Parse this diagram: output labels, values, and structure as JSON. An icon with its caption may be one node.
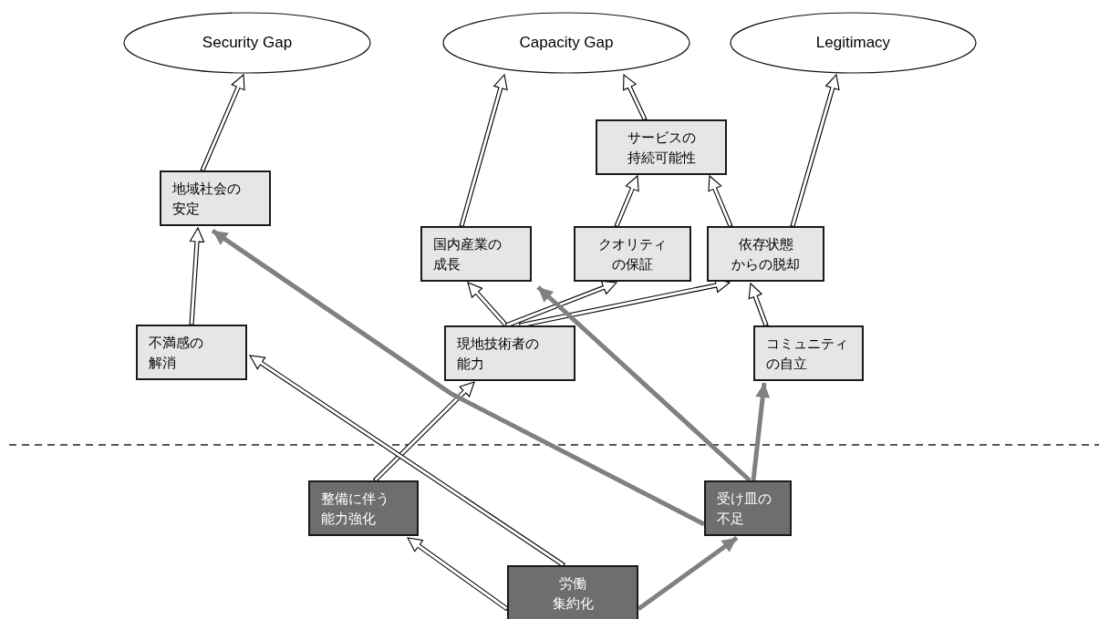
{
  "diagram": {
    "nodes": [
      {
        "text": [
          "Security Gap"
        ]
      },
      {
        "text": [
          "Capacity Gap"
        ]
      },
      {
        "text": [
          "Legitimacy"
        ]
      },
      {
        "text": [
          "サービスの持続可能性"
        ]
      },
      {
        "text": [
          "地域社会の安定"
        ]
      },
      {
        "text": [
          "国内産業の成長"
        ]
      },
      {
        "text": [
          "クオリティの保証"
        ]
      },
      {
        "text": [
          "依存状態からの脱却"
        ]
      },
      {
        "text": [
          "不満感の解消"
        ]
      },
      {
        "text": [
          "現地技術者の能力"
        ]
      },
      {
        "text": [
          "コミュニティの自立"
        ]
      },
      {
        "text": [
          "整備に伴う能力強化"
        ]
      },
      {
        "text": [
          "受け皿の不足"
        ]
      },
      {
        "text": [
          "労働集約化"
        ]
      }
    ],
    "edges": [
      {
        "from": 4,
        "to": 0,
        "arrow": "to"
      },
      {
        "from": 5,
        "to": 1,
        "arrow": "to"
      },
      {
        "from": 3,
        "to": 1,
        "arrow": "to"
      },
      {
        "from": 7,
        "to": 2,
        "arrow": "to"
      },
      {
        "from": 6,
        "to": 3,
        "arrow": "to"
      },
      {
        "from": 7,
        "to": 3,
        "arrow": "to"
      },
      {
        "from": 8,
        "to": 4,
        "arrow": "to"
      },
      {
        "from": 9,
        "to": 5,
        "arrow": "to"
      },
      {
        "from": 9,
        "to": 6,
        "arrow": "to"
      },
      {
        "from": 9,
        "to": 7,
        "arrow": "to"
      },
      {
        "from": 10,
        "to": 7,
        "arrow": "to"
      },
      {
        "from": 11,
        "to": 9,
        "arrow": "to"
      },
      {
        "from": 13,
        "to": 8,
        "arrow": "to"
      },
      {
        "from": 13,
        "to": 11,
        "arrow": "to"
      },
      {
        "from": 12,
        "to": 4,
        "arrow": "to",
        "color": "#808080"
      },
      {
        "from": 12,
        "to": 5,
        "arrow": "to",
        "color": "#808080"
      },
      {
        "from": 12,
        "to": 10,
        "arrow": "to",
        "color": "#808080"
      },
      {
        "from": 13,
        "to": 12,
        "arrow": "to",
        "color": "#808080"
      }
    ]
  }
}
